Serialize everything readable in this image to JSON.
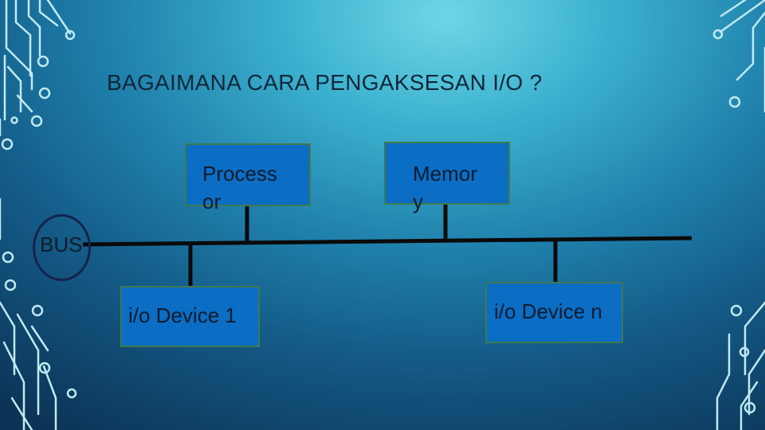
{
  "slide": {
    "title": "BAGAIMANA CARA PENGAKSESAN I/O ?"
  },
  "diagram": {
    "processor": {
      "line1": "Process",
      "line2": "or"
    },
    "memory": {
      "line1": "Memor",
      "line2": "y"
    },
    "io_device_1": "i/o Device 1",
    "io_device_n": "i/o Device n",
    "bus_label": "BUS"
  },
  "colors": {
    "box_fill": "#0b6dc4",
    "box_border": "#3f7a4e",
    "bus_line": "#0a0a0a",
    "oval_outline": "#16224f",
    "circuit_decoration": "#bfeaf1"
  },
  "decoration": {
    "icon": "circuit-trace-icon"
  }
}
